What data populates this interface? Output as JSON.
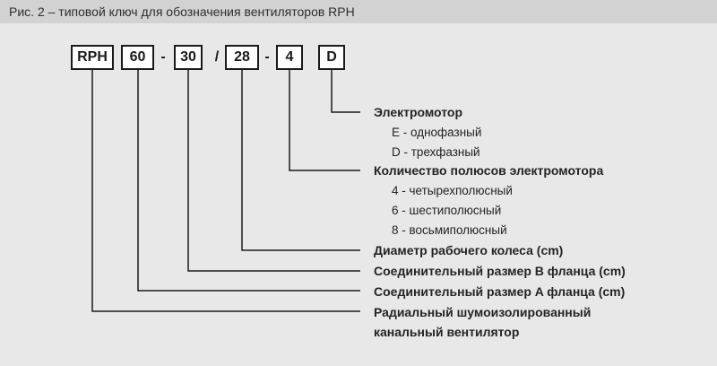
{
  "caption": "Рис. 2 – типовой ключ для обозначения вентиляторов RPH",
  "code": {
    "segments": [
      {
        "type": "box",
        "text": "RPH"
      },
      {
        "type": "box",
        "text": "60"
      },
      {
        "type": "separator",
        "text": "-"
      },
      {
        "type": "box",
        "text": "30"
      },
      {
        "type": "separator",
        "text": "/"
      },
      {
        "type": "box",
        "text": "28"
      },
      {
        "type": "separator",
        "text": "-"
      },
      {
        "type": "box",
        "text": "4"
      },
      {
        "type": "box",
        "text": "D"
      }
    ]
  },
  "legend": {
    "entries": [
      {
        "connects_to": "D",
        "title": "Электромотор",
        "items": [
          "E - однофазный",
          "D - трехфазный"
        ]
      },
      {
        "connects_to": "4",
        "title": "Количество полюсов электромотора",
        "items": [
          "4 - четырехполюсный",
          "6 - шестиполюсный",
          "8 - восьмиполюсный"
        ]
      },
      {
        "connects_to": "28",
        "title": "Диаметр рабочего колеса (cm)",
        "items": []
      },
      {
        "connects_to": "30",
        "title": "Соединительный размер B фланца (cm)",
        "items": []
      },
      {
        "connects_to": "60",
        "title": "Соединительный размер A фланца (cm)",
        "items": []
      },
      {
        "connects_to": "RPH",
        "title": "Радиальный шумоизолированный канальный вентилятор",
        "items": []
      }
    ]
  },
  "colors": {
    "caption_background": "#d2d2d3",
    "page_background": "#e8e8e9",
    "box_background": "#ffffff",
    "line_and_border": "#1a1a1a",
    "text": "#242424"
  }
}
